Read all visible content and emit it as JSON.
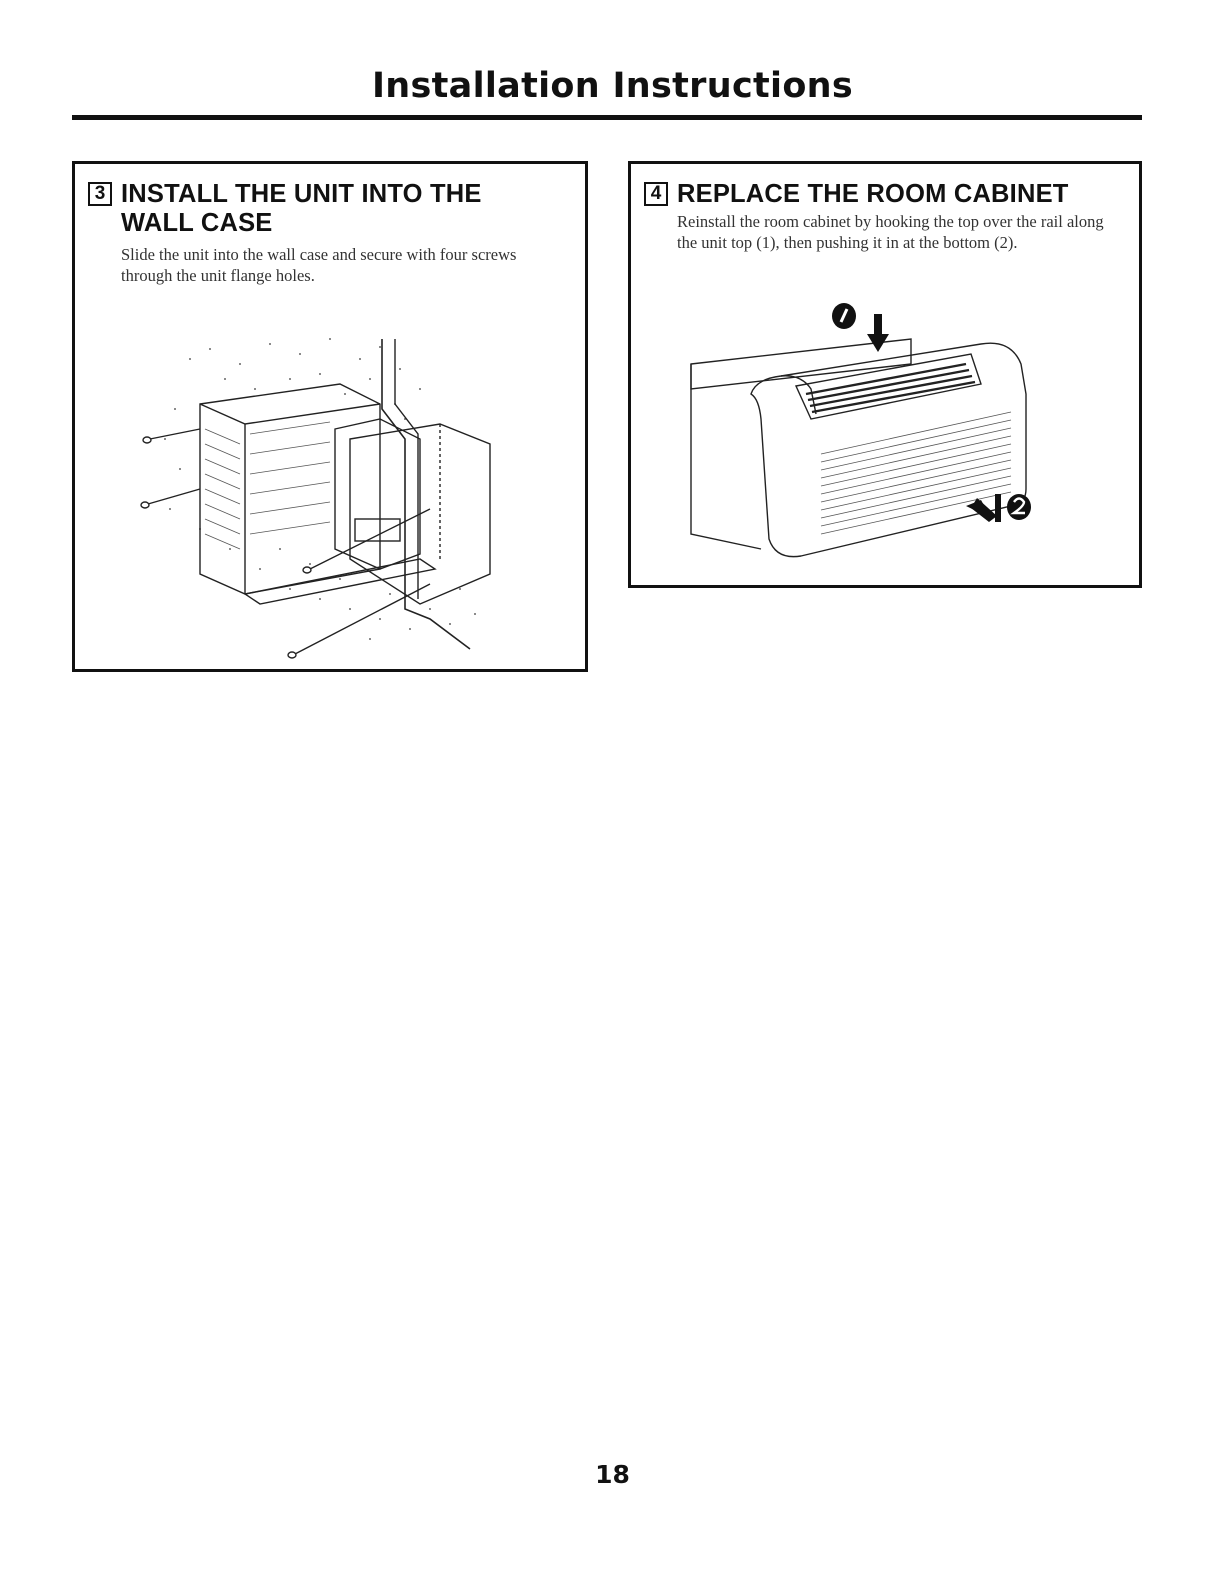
{
  "header": {
    "title": "Installation Instructions"
  },
  "steps": [
    {
      "number": "3",
      "title_line1": "INSTALL THE UNIT INTO THE",
      "title_line2": "WALL CASE",
      "text": "Slide the unit into the wall case and secure with four screws through the unit flange holes."
    },
    {
      "number": "4",
      "title_line1": "REPLACE THE ROOM CABINET",
      "text": "Reinstall the room cabinet by hooking the top over the rail along the unit top (1), then pushing it in at the bottom (2)."
    }
  ],
  "footer": {
    "page_number": "18"
  },
  "icons": [
    "screw-icon",
    "down-arrow-icon",
    "push-arrow-icon"
  ]
}
